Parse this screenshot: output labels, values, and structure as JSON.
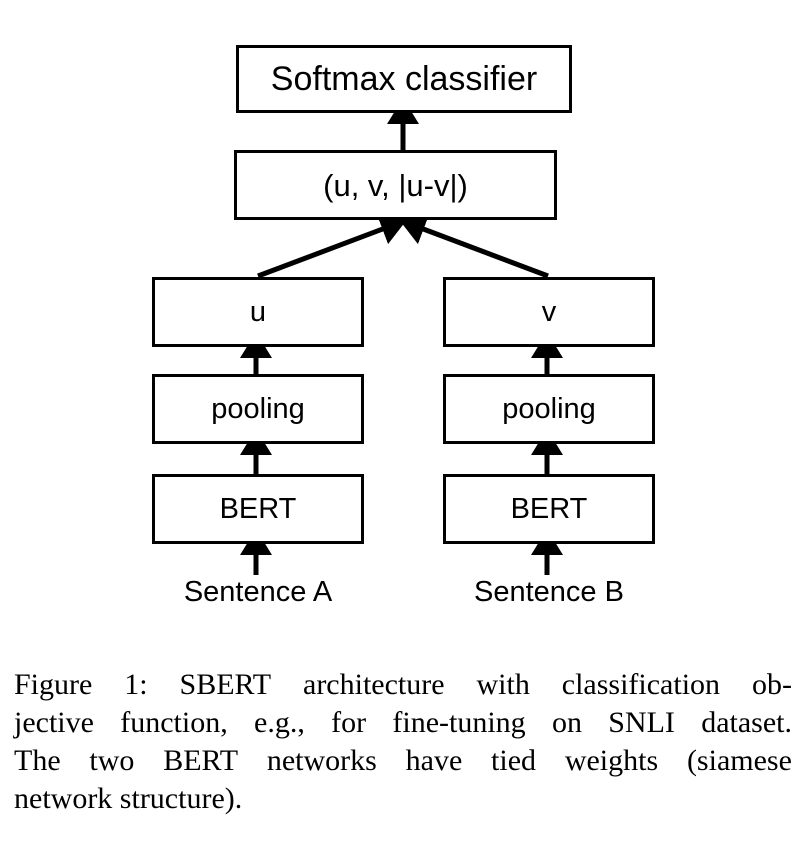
{
  "figure": {
    "id": "figure-1",
    "stroke_color": "#000000",
    "fill_color": "#ffffff",
    "nodes": {
      "softmax": "Softmax classifier",
      "concat": "(u, v, |u-v|)",
      "u": "u",
      "v": "v",
      "pooling_left": "pooling",
      "pooling_right": "pooling",
      "bert_left": "BERT",
      "bert_right": "BERT"
    },
    "inputs": {
      "sentence_a": "Sentence A",
      "sentence_b": "Sentence B"
    },
    "edges": [
      {
        "name": "concat-to-softmax",
        "from": "concat",
        "to": "softmax",
        "style": "vertical-arrow"
      },
      {
        "name": "u-to-concat",
        "from": "u",
        "to": "concat",
        "style": "diagonal-arrow"
      },
      {
        "name": "v-to-concat",
        "from": "v",
        "to": "concat",
        "style": "diagonal-arrow"
      },
      {
        "name": "pooling-left-to-u",
        "from": "pooling_left",
        "to": "u",
        "style": "vertical-arrow"
      },
      {
        "name": "pooling-right-to-v",
        "from": "pooling_right",
        "to": "v",
        "style": "vertical-arrow"
      },
      {
        "name": "bert-left-to-pooling-left",
        "from": "bert_left",
        "to": "pooling_left",
        "style": "vertical-arrow"
      },
      {
        "name": "bert-right-to-pooling-right",
        "from": "bert_right",
        "to": "pooling_right",
        "style": "vertical-arrow"
      },
      {
        "name": "sentence-a-to-bert-left",
        "from": "sentence_a",
        "to": "bert_left",
        "style": "vertical-arrow"
      },
      {
        "name": "sentence-b-to-bert-right",
        "from": "sentence_b",
        "to": "bert_right",
        "style": "vertical-arrow"
      }
    ]
  },
  "caption": {
    "full_text": "Figure 1: SBERT architecture with classification objective function, e.g., for fine-tuning on SNLI dataset. The two BERT networks have tied weights (siamese network structure).",
    "lines": [
      "Figure 1:  SBERT architecture with classification ob-",
      "jective function, e.g., for fine-tuning on SNLI dataset.",
      "The two BERT networks have tied weights (siamese",
      "network structure)."
    ],
    "line_1_words": [
      "Figure",
      "1:",
      "SBERT",
      "architecture",
      "with",
      "classification",
      "ob-"
    ],
    "line_2_words": [
      "jective",
      "function,",
      "e.g.,",
      "for",
      "fine-tuning",
      "on",
      "SNLI",
      "dataset."
    ],
    "line_3_words": [
      "The",
      "two",
      "BERT",
      "networks",
      "have",
      "tied",
      "weights",
      "(siamese"
    ],
    "line_4_text": "network structure)."
  }
}
